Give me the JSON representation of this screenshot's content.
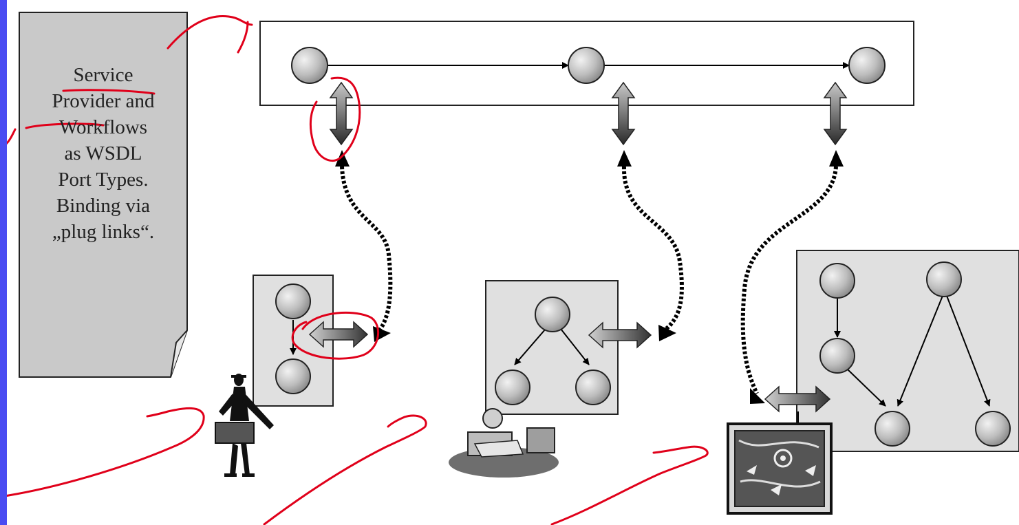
{
  "note": {
    "lines": [
      "Service",
      "Provider and",
      "Workflows",
      "as WSDL",
      "Port Types.",
      "Binding via",
      "„plug links“."
    ]
  },
  "colors": {
    "slide_background": "#4a4cf2",
    "box_fill": "#e0e0e0",
    "annotation": "#e0001a",
    "node_fill": "#bdbdbd"
  },
  "icons": [
    "person-with-briefcase-icon",
    "office-workstation-icon",
    "map-icon"
  ]
}
